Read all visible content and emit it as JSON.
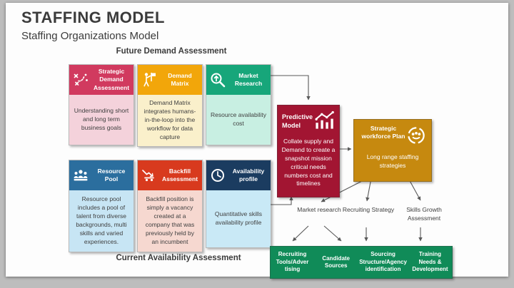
{
  "slide": {
    "title": "STAFFING MODEL",
    "subtitle": "Staffing Organizations Model",
    "top_section_label": "Future Demand Assessment",
    "bottom_section_label": "Current Availability Assessment"
  },
  "boxes": [
    {
      "id": "strategic-demand-assessment",
      "title": "Strategic Demand Assessment",
      "body": "Understanding short and long term business goals",
      "header_color": "#d13a5f",
      "body_color": "#f4d2db",
      "icon": "strategy-icon"
    },
    {
      "id": "demand-matrix",
      "title": "Demand Matrix",
      "body": "Demand Matrix integrates humans-in-the-loop into the workflow for data capture",
      "header_color": "#f2a60a",
      "body_color": "#faf0cb",
      "icon": "flag-person-icon"
    },
    {
      "id": "market-research",
      "title": "Market Research",
      "body": "Resource availability cost",
      "header_color": "#17a67a",
      "body_color": "#c8efe2",
      "icon": "search-up-icon"
    },
    {
      "id": "resource-pool",
      "title": "Resource Pool",
      "body": "Resource pool includes a pool of talent from diverse backgrounds, multi skills and varied experiences.",
      "header_color": "#2b6e9e",
      "body_color": "#c7e5f4",
      "icon": "people-icon"
    },
    {
      "id": "backfill-assessment",
      "title": "Backfill Assessment",
      "body": "Backfill position is simply a vacancy created at a company that was previously held by an incumbent",
      "header_color": "#d83a1e",
      "body_color": "#f6d8d0",
      "icon": "cart-icon"
    },
    {
      "id": "availability-profile",
      "title": "Availability profile",
      "body": "Quantitative skills availability profile",
      "header_color": "#1b3c60",
      "body_color": "#c9e9f6",
      "icon": "clock-icon"
    }
  ],
  "predictive_model": {
    "title": "Predictive Model",
    "body": "Collate supply and Demand to create a snapshot mission critical needs numbers cost and timelines",
    "color": "#a21532",
    "icon": "chart-icon"
  },
  "workforce_plan": {
    "title": "Strategic workforce Plan",
    "body": "Long range staffing strategies",
    "color": "#c6890f",
    "icon": "team-cycle-icon"
  },
  "mid_labels": [
    "Market research",
    "Recruiting Strategy",
    "Skills Growth Assessment"
  ],
  "bottom_bar": {
    "color": "#108b58",
    "items": [
      "Recruiting Tools/Adver tising",
      "Candidate Sources",
      "Sourcing Structure/Agency identification",
      "Training Needs & Development"
    ]
  },
  "colors": {
    "line": "#595959",
    "slide_bg": "#fdfdfd",
    "page_bg": "#bdbdbd",
    "title_text": "#3b3b3b",
    "body_text": "#404040"
  }
}
